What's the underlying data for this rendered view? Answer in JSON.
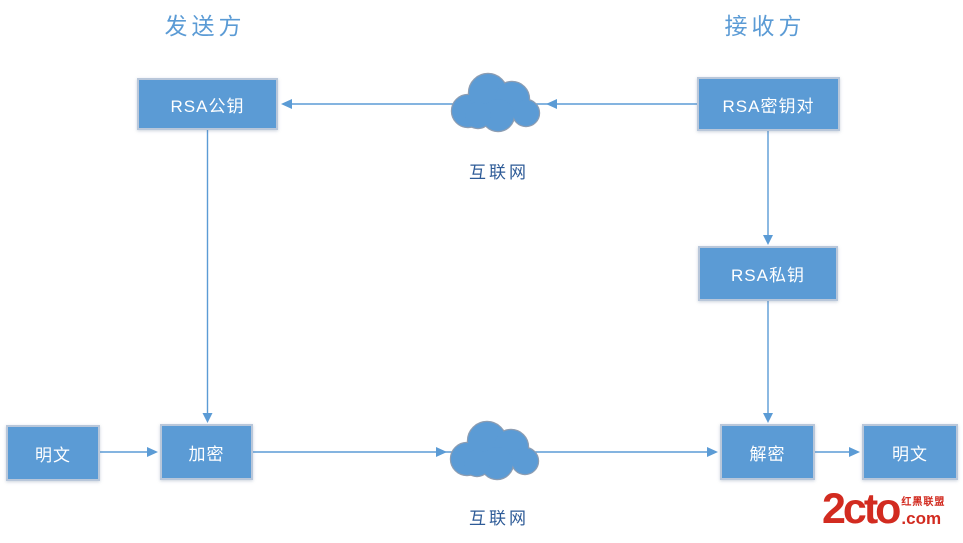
{
  "titles": {
    "sender": "发送方",
    "receiver": "接收方"
  },
  "nodes": {
    "rsa_public_key": {
      "label": "RSA公钥"
    },
    "rsa_key_pair": {
      "label": "RSA密钥对"
    },
    "rsa_private_key": {
      "label": "RSA私钥"
    },
    "plaintext_source": {
      "label": "明文"
    },
    "encrypt": {
      "label": "加密"
    },
    "decrypt": {
      "label": "解密"
    },
    "plaintext_result": {
      "label": "明文"
    }
  },
  "clouds": {
    "internet_top": {
      "label": "互联网"
    },
    "internet_bottom": {
      "label": "互联网"
    }
  },
  "edges": [
    {
      "from": "rsa_key_pair",
      "to": "internet_top"
    },
    {
      "from": "internet_top",
      "to": "rsa_public_key"
    },
    {
      "from": "rsa_key_pair",
      "to": "rsa_private_key"
    },
    {
      "from": "rsa_public_key",
      "to": "encrypt"
    },
    {
      "from": "rsa_private_key",
      "to": "decrypt"
    },
    {
      "from": "plaintext_source",
      "to": "encrypt"
    },
    {
      "from": "encrypt",
      "to": "internet_bottom"
    },
    {
      "from": "internet_bottom",
      "to": "decrypt"
    },
    {
      "from": "decrypt",
      "to": "plaintext_result"
    }
  ],
  "logo": {
    "brand": "2cto",
    "tld": ".com",
    "tagline": "红黑联盟"
  },
  "colors": {
    "node_fill": "#5b9bd5",
    "node_border": "#b9c7da",
    "node_text": "#ffffff",
    "line": "#5b9bd5",
    "title_text": "#5b9bd5",
    "cloud_label_text": "#2e5b97",
    "cloud_outline": "#8d9db2",
    "logo_red": "#d22b20",
    "background": "#ffffff"
  }
}
